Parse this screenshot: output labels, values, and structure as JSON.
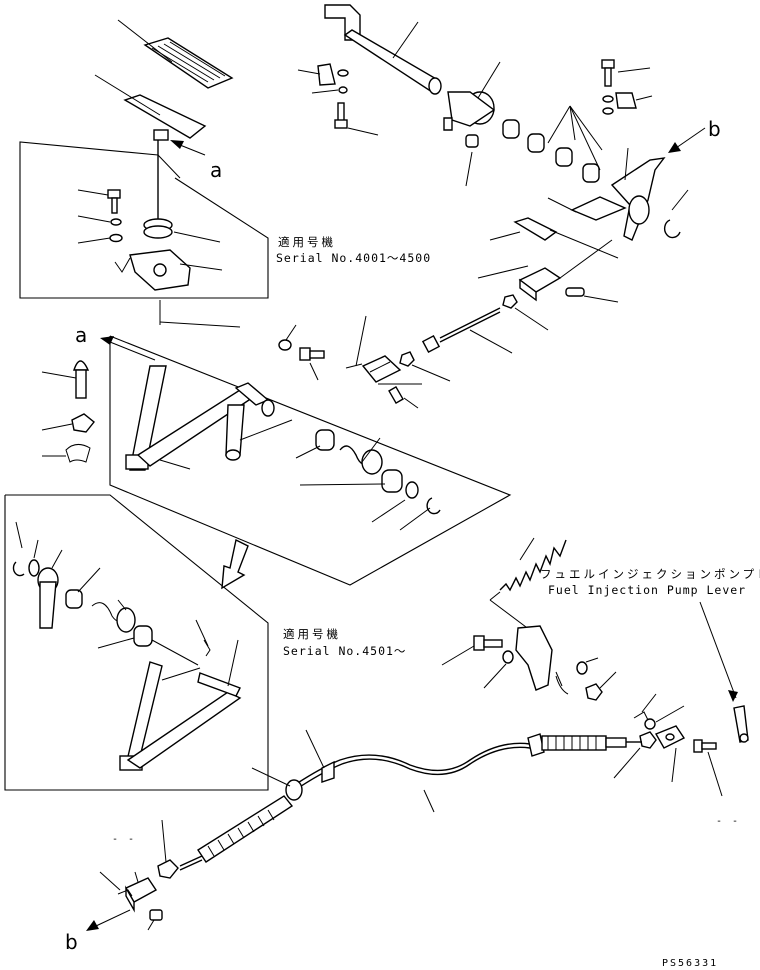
{
  "serial_box_1": {
    "title": "適用号機",
    "serial": "Serial No.4001～4500"
  },
  "serial_box_2": {
    "title": "適用号機",
    "serial": "Serial No.4501～"
  },
  "pump_lever": {
    "label_ja": "フュエルインジェクションポンプレバ",
    "label_en": "Fuel Injection Pump Lever"
  },
  "callouts": {
    "a_top": "a",
    "a_mid": "a",
    "b_right": "b",
    "b_bottom": "b"
  },
  "drawing_code": "PS56331"
}
